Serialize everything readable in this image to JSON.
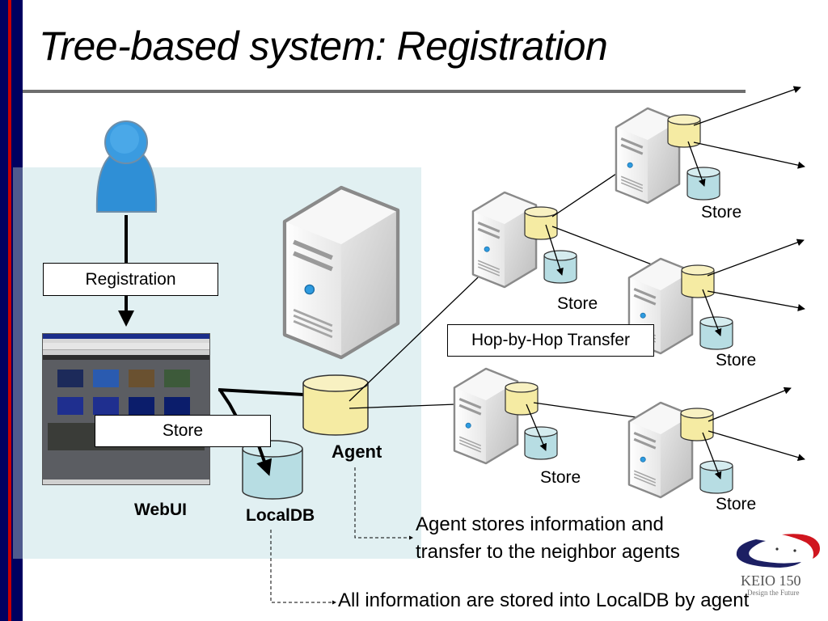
{
  "slide": {
    "title": "Tree-based system: Registration"
  },
  "colors": {
    "sidebar_navy": "#000060",
    "sidebar_red": "#c80000",
    "panel_bg": "#e1f0f2",
    "agent_db": "#f5eba3",
    "store_db": "#b7dde3",
    "user_icon": "#2f8fd6"
  },
  "left_panel": {
    "user_icon": "user-icon",
    "registration_label": "Registration",
    "webui_label": "WebUI",
    "store_label": "Store",
    "localdb_label": "LocalDB",
    "agent_label": "Agent"
  },
  "network": {
    "hop_label": "Hop-by-Hop Transfer",
    "store_labels": [
      "Store",
      "Store",
      "Store",
      "Store",
      "Store"
    ]
  },
  "captions": {
    "agent_caption_line1": "Agent stores information and",
    "agent_caption_line2": "transfer to the neighbor agents",
    "localdb_caption": "All information are stored into LocalDB by agent"
  },
  "logo": {
    "name": "KEIO 150",
    "tagline": "Design the Future"
  }
}
